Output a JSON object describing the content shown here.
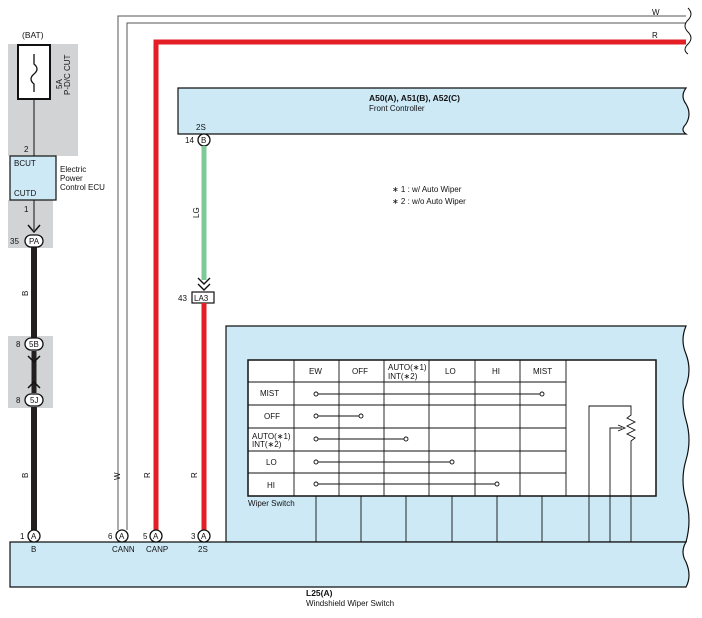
{
  "power": {
    "label": "(BAT)",
    "fuse_amp": "5A",
    "fuse_name": "P-D/C CUT",
    "pin": "2"
  },
  "ecu": {
    "top_label": "BCUT",
    "bottom_label": "CUTD",
    "name_line1": "Electric",
    "name_line2": "Power",
    "name_line3": "Control ECU",
    "out_pin": "1"
  },
  "connectors": {
    "pa": {
      "pin": "35",
      "code": "PA"
    },
    "5b": {
      "pin": "8",
      "code": "5B"
    },
    "5j": {
      "pin": "8",
      "code": "5J"
    },
    "la3": {
      "pin": "43",
      "code": "LA3"
    },
    "front_pin": "14",
    "front_code": "B",
    "front_terminal": "2S"
  },
  "wires": {
    "w": "W",
    "r": "R",
    "lg": "LG",
    "b": "B"
  },
  "front_controller": {
    "id": "A50(A), A51(B), A52(C)",
    "name": "Front Controller"
  },
  "notes": {
    "note1": "∗ 1 : w/ Auto Wiper",
    "note2": "∗ 2 : w/o Auto Wiper"
  },
  "wiper_switch": {
    "label": "Wiper Switch",
    "columns": [
      "EW",
      "OFF",
      "AUTO(∗1)",
      "INT(∗2)",
      "LO",
      "HI",
      "MIST"
    ],
    "rows": {
      "mist": "MIST",
      "off": "OFF",
      "auto1": "AUTO(∗1)",
      "auto2": "INT(∗2)",
      "lo": "LO",
      "hi": "HI"
    }
  },
  "terminals": {
    "t1": {
      "pin": "1",
      "code": "A",
      "name": "B"
    },
    "t6": {
      "pin": "6",
      "code": "A",
      "name": "CANN"
    },
    "t5": {
      "pin": "5",
      "code": "A",
      "name": "CANP"
    },
    "t3": {
      "pin": "3",
      "code": "A",
      "name": "2S"
    }
  },
  "component": {
    "id": "L25(A)",
    "name": "Windshield Wiper Switch"
  },
  "colors": {
    "red_wire": "#e31e24",
    "black_wire": "#231f20",
    "green_wire": "#7fc89a",
    "component_fill": "#cde9f6",
    "shade": "#d1d3d4"
  }
}
